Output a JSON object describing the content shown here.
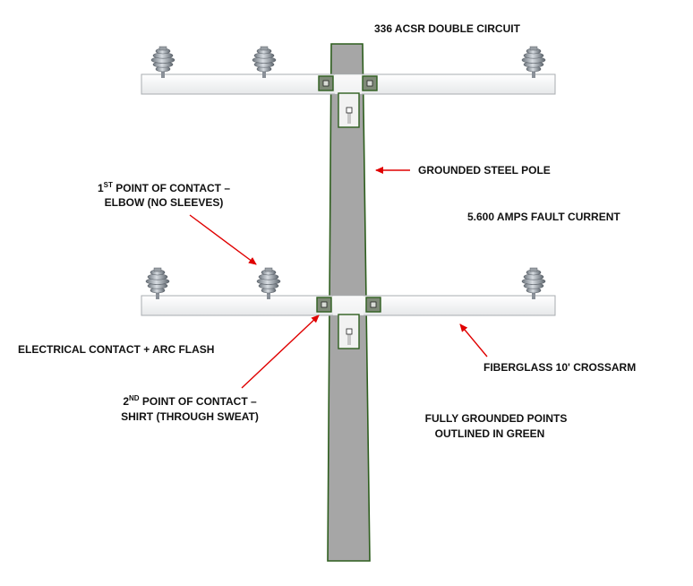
{
  "labels": {
    "circuit": "336 ACSR DOUBLE CIRCUIT",
    "pole": "GROUNDED STEEL POLE",
    "fault": "5.600 AMPS FAULT CURRENT",
    "first_contact_prefix": "1",
    "first_contact_sup": "ST",
    "first_contact_line1_rest": " POINT OF CONTACT –",
    "first_contact_line2": "ELBOW (NO SLEEVES)",
    "electrical": "ELECTRICAL CONTACT + ARC FLASH",
    "second_contact_prefix": "2",
    "second_contact_sup": "ND",
    "second_contact_line1_rest": " POINT OF CONTACT –",
    "second_contact_line2": "SHIRT (THROUGH SWEAT)",
    "crossarm": "FIBERGLASS 10' CROSSARM",
    "grounded_line1": "FULLY GROUNDED POINTS",
    "grounded_line2": "OUTLINED IN GREEN"
  },
  "colors": {
    "pole_fill": "#a6a6a6",
    "ground_outline": "#2e5e1e",
    "crossarm_fill": "#f4f5f5",
    "arrow": "#e00000",
    "insulator": "#808890"
  },
  "icons": {
    "insulator": "polymer-insulator-icon",
    "arrow": "red-arrow"
  }
}
